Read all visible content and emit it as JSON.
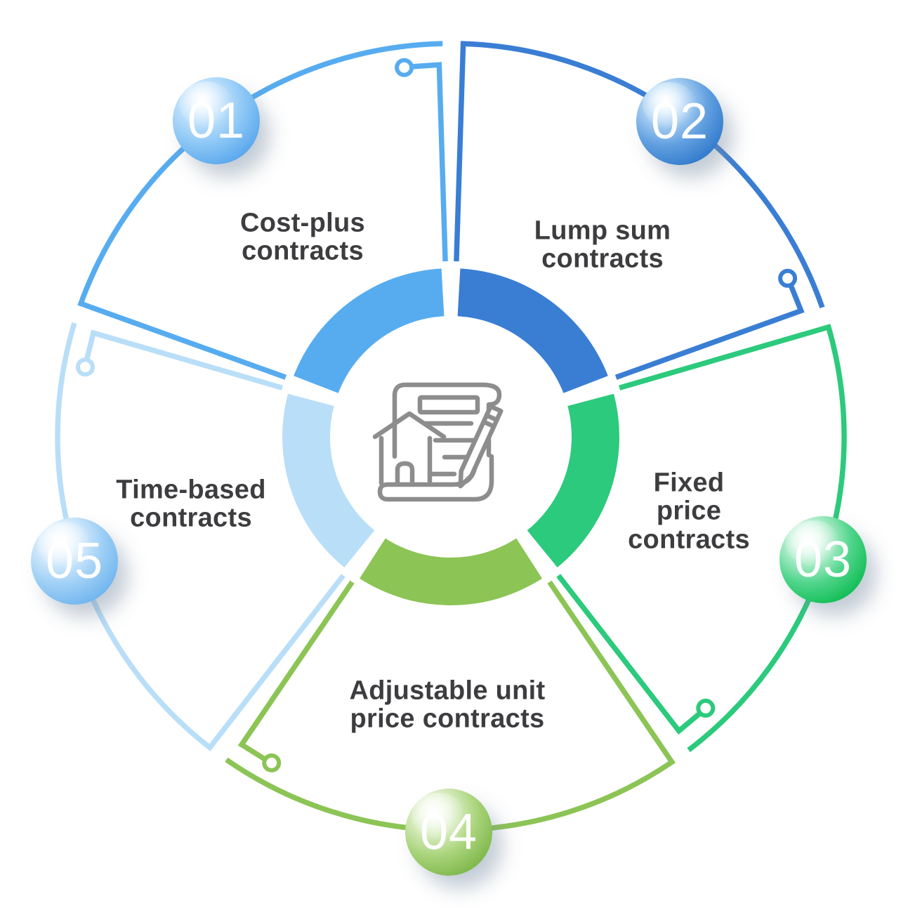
{
  "diagram": {
    "kind": "circular process infographic",
    "center_icon": "contract-document-icon",
    "text_color": "#3d3d40"
  },
  "sections": [
    {
      "number": "01",
      "label": "Cost-plus contracts",
      "lines": [
        "Cost-plus",
        "contracts"
      ],
      "color": "#57acf0",
      "badge": {
        "hi": "#cfe9fd",
        "mid": "#8cc7f5",
        "base": "#55a4ec"
      }
    },
    {
      "number": "02",
      "label": "Lump sum contracts",
      "lines": [
        "Lump sum",
        "contracts"
      ],
      "color": "#3a7ed4",
      "badge": {
        "hi": "#c6e3fa",
        "mid": "#62a0e0",
        "base": "#2d77ca"
      }
    },
    {
      "number": "03",
      "label": "Fixed price contracts",
      "lines": [
        "Fixed",
        "price",
        "contracts"
      ],
      "color": "#2cca7c",
      "badge": {
        "hi": "#d6f7e5",
        "mid": "#51d58c",
        "base": "#0bbb50"
      }
    },
    {
      "number": "04",
      "label": "Adjustable unit price contracts",
      "lines": [
        "Adjustable unit",
        "price contracts"
      ],
      "color": "#8cc455",
      "badge": {
        "hi": "#eaf6dc",
        "mid": "#aad47b",
        "base": "#7ab546"
      }
    },
    {
      "number": "05",
      "label": "Time-based contracts",
      "lines": [
        "Time-based",
        "contracts"
      ],
      "color": "#b9def8",
      "badge": {
        "hi": "#e8f4fd",
        "mid": "#9fd0f6",
        "base": "#6cb2ee"
      }
    }
  ]
}
